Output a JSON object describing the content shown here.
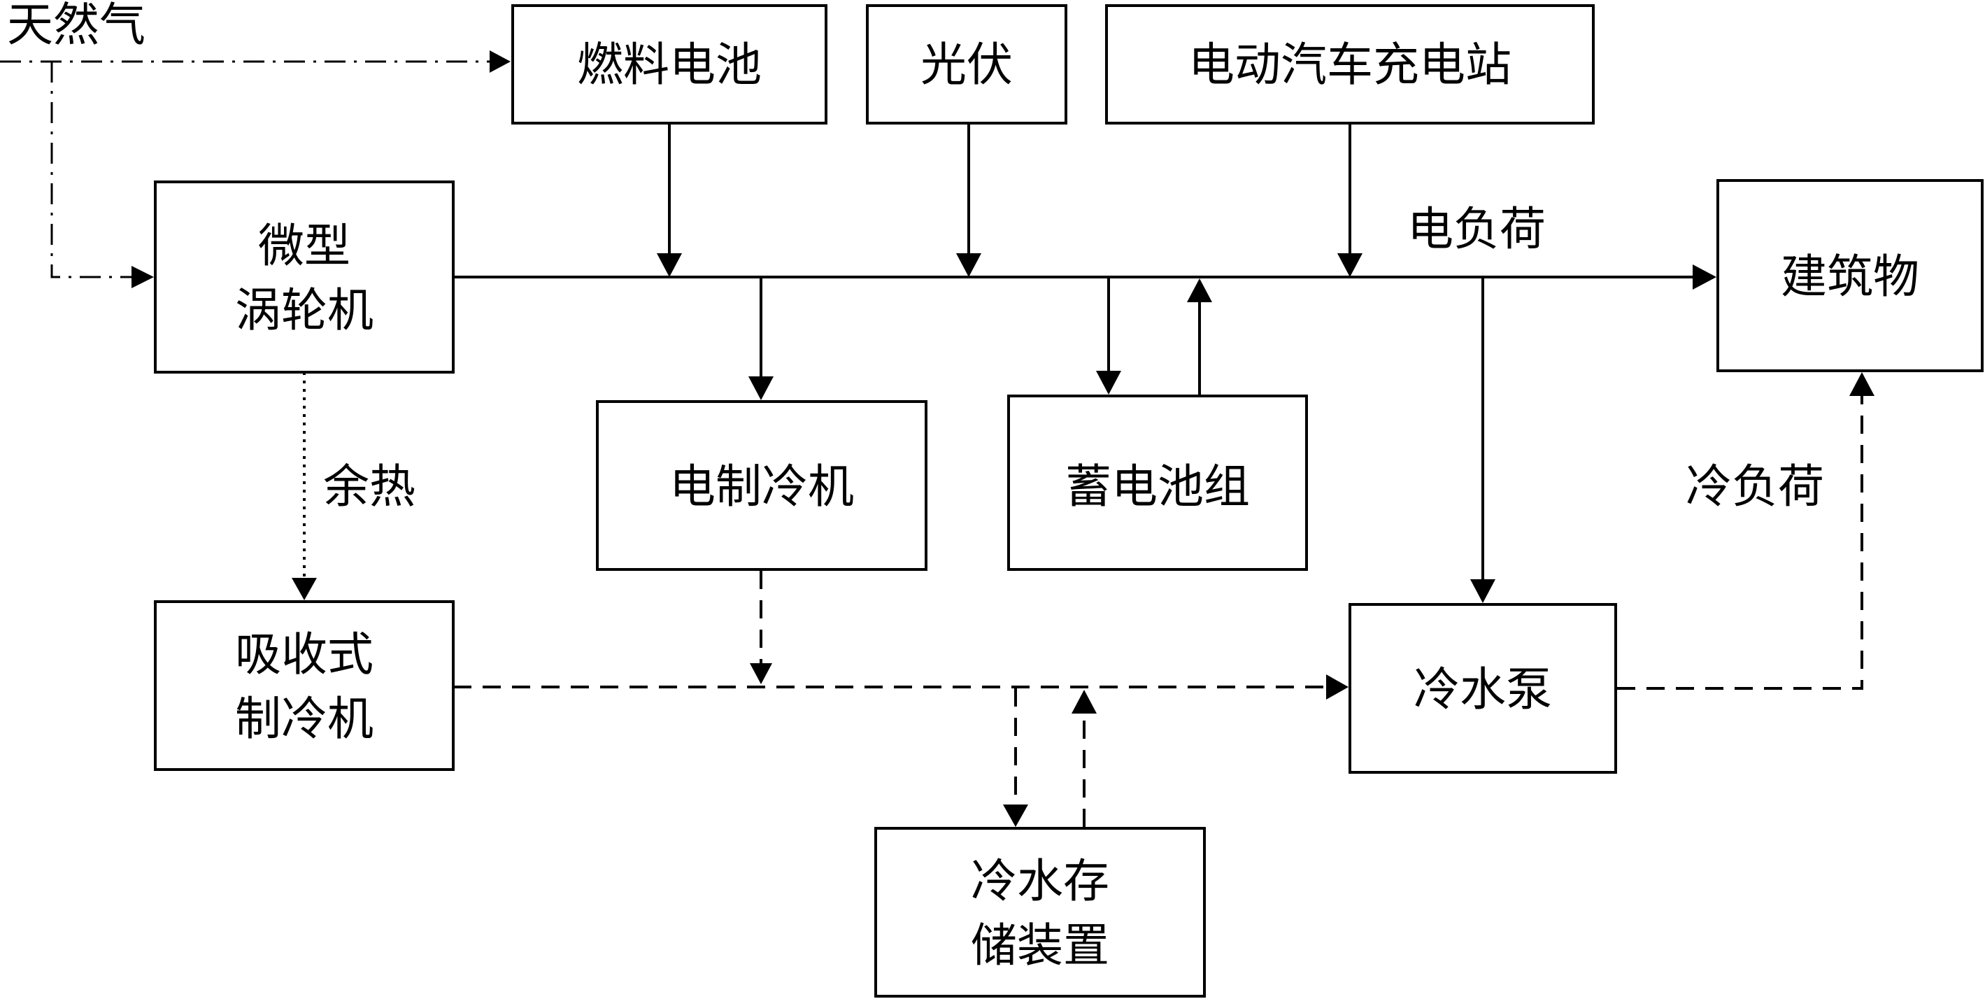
{
  "inputs": {
    "natural_gas": "天然气",
    "waste_heat": "余热",
    "electric_load": "电负荷",
    "cooling_load": "冷负荷"
  },
  "nodes": {
    "fuel_cell": "燃料电池",
    "photovoltaic": "光伏",
    "ev_charging": "电动汽车充电站",
    "micro_turbine_line1": "微型",
    "micro_turbine_line2": "涡轮机",
    "building": "建筑物",
    "electric_chiller": "电制冷机",
    "battery_pack": "蓄电池组",
    "absorption_chiller_line1": "吸收式",
    "absorption_chiller_line2": "制冷机",
    "chilled_water_pump": "冷水泵",
    "cold_storage_line1": "冷水存",
    "cold_storage_line2": "储装置"
  },
  "colors": {
    "line": "#000000",
    "box_fill": "#ffffff",
    "background": "#ffffff"
  }
}
